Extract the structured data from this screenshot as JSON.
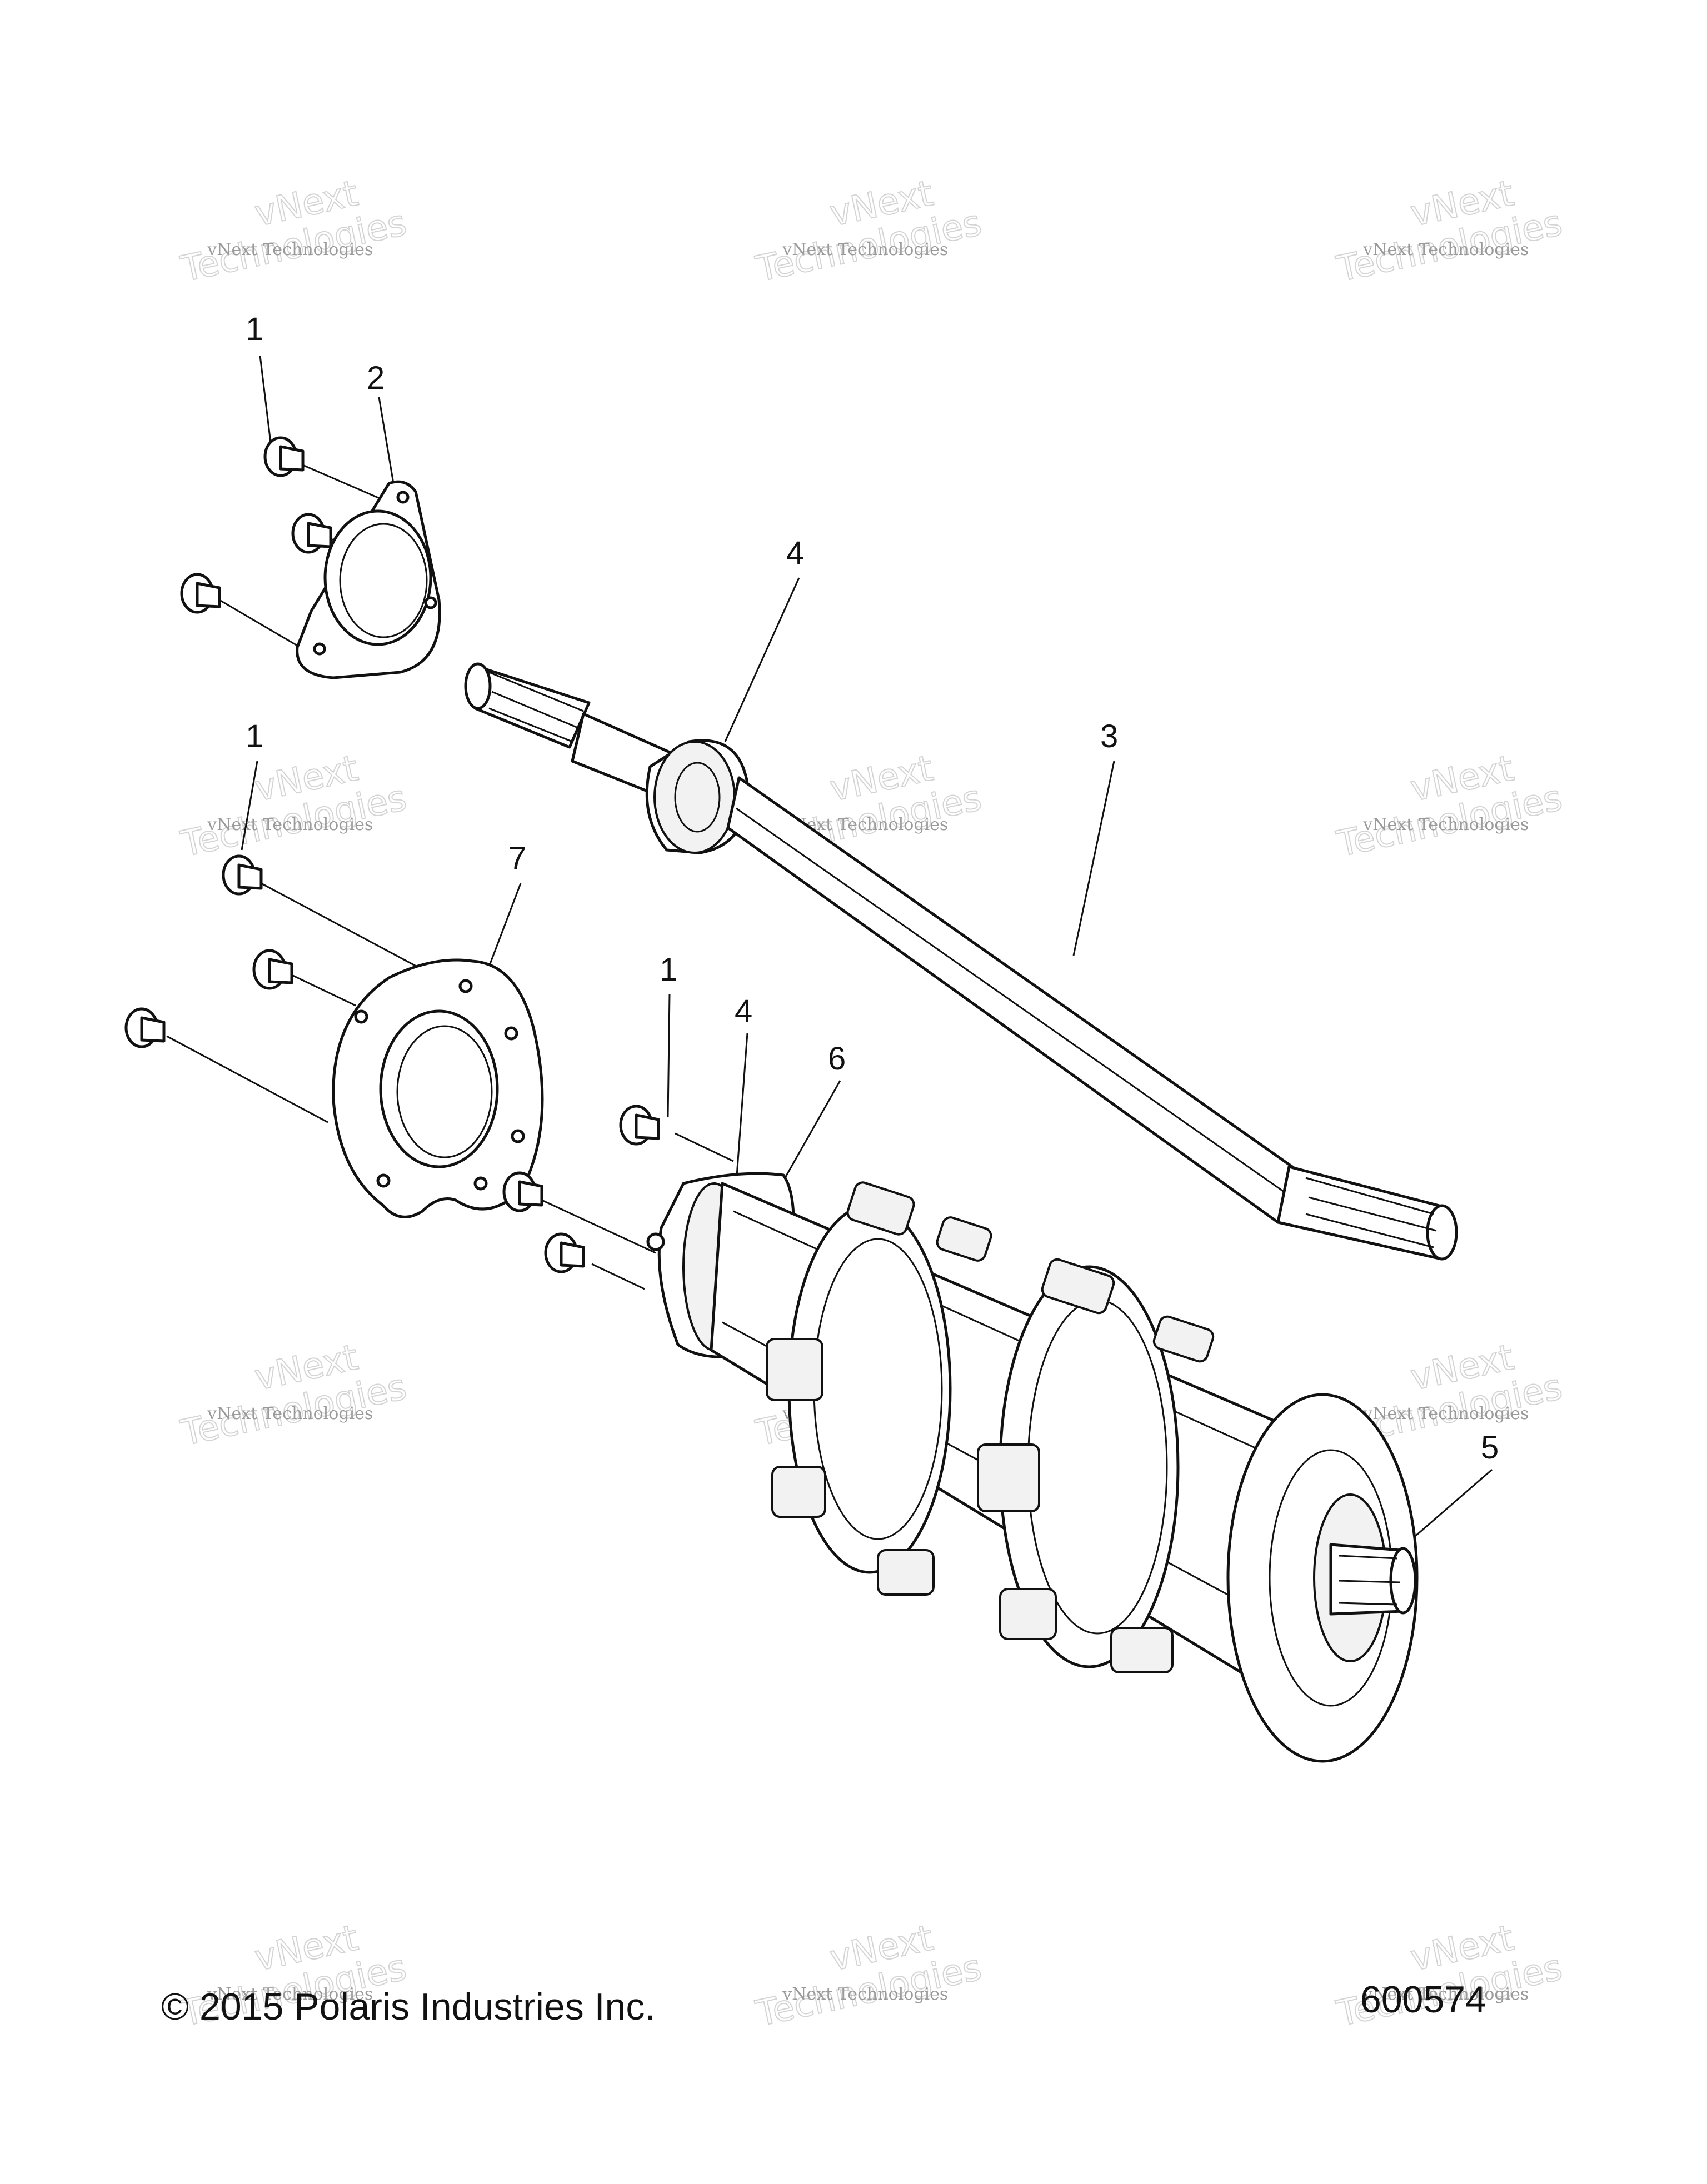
{
  "diagram": {
    "callouts": [
      {
        "id": "c1a",
        "label": "1"
      },
      {
        "id": "c2",
        "label": "2"
      },
      {
        "id": "c4a",
        "label": "4"
      },
      {
        "id": "c3",
        "label": "3"
      },
      {
        "id": "c1b",
        "label": "1"
      },
      {
        "id": "c7",
        "label": "7"
      },
      {
        "id": "c1c",
        "label": "1"
      },
      {
        "id": "c4b",
        "label": "4"
      },
      {
        "id": "c6",
        "label": "6"
      },
      {
        "id": "c5",
        "label": "5"
      }
    ]
  },
  "watermark": {
    "small": "vNext Technologies",
    "line1": "vNext",
    "line2": "Technologies"
  },
  "footer": {
    "copyright": "© 2015 Polaris Industries Inc.",
    "figure_number": "600574"
  }
}
